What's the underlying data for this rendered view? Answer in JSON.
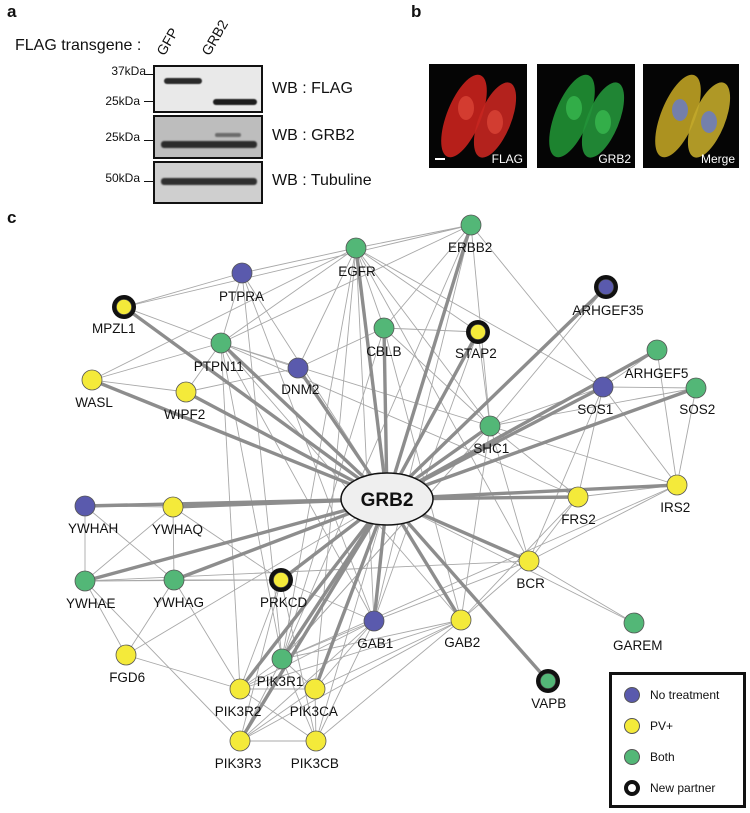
{
  "panel_a": {
    "letter": "a",
    "transgene_label": "FLAG transgene :",
    "lanes": [
      "GFP",
      "GRB2"
    ],
    "blots": [
      {
        "label": "WB : FLAG",
        "markers": [
          "37kDa",
          "25kDa"
        ]
      },
      {
        "label": "WB : GRB2",
        "markers": [
          "25kDa"
        ]
      },
      {
        "label": "WB : Tubuline",
        "markers": [
          "50kDa"
        ]
      }
    ]
  },
  "panel_b": {
    "letter": "b",
    "images": [
      {
        "label": "FLAG",
        "color": "#d8261f"
      },
      {
        "label": "GRB2",
        "color": "#27a23a"
      },
      {
        "label": "Merge",
        "color": "#c9b02a"
      }
    ]
  },
  "panel_c": {
    "letter": "c",
    "hub": "GRB2",
    "categories": {
      "none": {
        "label": "No treatment",
        "color": "#5a5aad"
      },
      "pv": {
        "label": "PV+",
        "color": "#f4ea3a"
      },
      "both": {
        "label": "Both",
        "color": "#53b777"
      },
      "new": {
        "label": "New partner"
      }
    },
    "nodes": [
      {
        "id": "ERBB2",
        "cat": "both",
        "new": false
      },
      {
        "id": "EGFR",
        "cat": "both",
        "new": false
      },
      {
        "id": "PTPRA",
        "cat": "none",
        "new": false
      },
      {
        "id": "ARHGEF35",
        "cat": "none",
        "new": true
      },
      {
        "id": "MPZL1",
        "cat": "pv",
        "new": true
      },
      {
        "id": "STAP2",
        "cat": "pv",
        "new": true
      },
      {
        "id": "CBLB",
        "cat": "both",
        "new": false
      },
      {
        "id": "PTPN11",
        "cat": "both",
        "new": false
      },
      {
        "id": "ARHGEF5",
        "cat": "both",
        "new": false
      },
      {
        "id": "DNM2",
        "cat": "none",
        "new": false
      },
      {
        "id": "WASL",
        "cat": "pv",
        "new": false
      },
      {
        "id": "WIPF2",
        "cat": "pv",
        "new": false
      },
      {
        "id": "SOS1",
        "cat": "none",
        "new": false
      },
      {
        "id": "SOS2",
        "cat": "both",
        "new": false
      },
      {
        "id": "SHC1",
        "cat": "both",
        "new": false
      },
      {
        "id": "IRS2",
        "cat": "pv",
        "new": false
      },
      {
        "id": "FRS2",
        "cat": "pv",
        "new": false
      },
      {
        "id": "YWHAH",
        "cat": "none",
        "new": false
      },
      {
        "id": "YWHAQ",
        "cat": "pv",
        "new": false
      },
      {
        "id": "BCR",
        "cat": "pv",
        "new": false
      },
      {
        "id": "YWHAE",
        "cat": "both",
        "new": false
      },
      {
        "id": "YWHAG",
        "cat": "both",
        "new": false
      },
      {
        "id": "PRKCD",
        "cat": "pv",
        "new": true
      },
      {
        "id": "GAREM",
        "cat": "both",
        "new": false
      },
      {
        "id": "GAB1",
        "cat": "none",
        "new": false
      },
      {
        "id": "GAB2",
        "cat": "pv",
        "new": false
      },
      {
        "id": "FGD6",
        "cat": "pv",
        "new": false
      },
      {
        "id": "PIK3R1",
        "cat": "both",
        "new": false
      },
      {
        "id": "VAPB",
        "cat": "both",
        "new": true
      },
      {
        "id": "PIK3R2",
        "cat": "pv",
        "new": false
      },
      {
        "id": "PIK3CA",
        "cat": "pv",
        "new": false
      },
      {
        "id": "PIK3R3",
        "cat": "pv",
        "new": false
      },
      {
        "id": "PIK3CB",
        "cat": "pv",
        "new": false
      }
    ]
  }
}
